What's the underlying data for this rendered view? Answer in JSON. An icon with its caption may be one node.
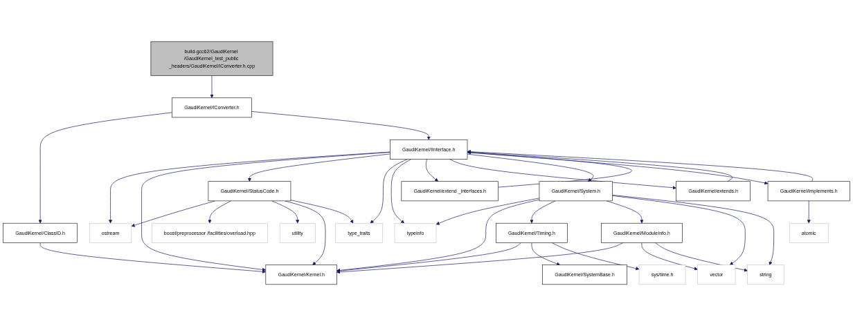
{
  "diagram": {
    "nodes": [
      {
        "text": [
          "build-gcc62/GaudiKernel /GaudiKernel_test_public _headers/GaudiKernel/IConverter.h.cpp"
        ]
      },
      {
        "text": [
          "GaudiKernel/IConverter.h"
        ]
      },
      {
        "text": [
          "GaudiKernel/ClassID.h"
        ]
      },
      {
        "text": [
          "GaudiKernel/IInterface.h"
        ]
      },
      {
        "text": [
          "GaudiKernel/StatusCode.h"
        ]
      },
      {
        "text": [
          "GaudiKernel/extend _interfaces.h"
        ]
      },
      {
        "text": [
          "GaudiKernel/extends.h"
        ]
      },
      {
        "text": [
          "GaudiKernel/System.h"
        ]
      },
      {
        "text": [
          "GaudiKernel/implements.h"
        ]
      },
      {
        "text": [
          "ostream"
        ]
      },
      {
        "text": [
          "boost/preprocessor /facilities/overload.hpp"
        ]
      },
      {
        "text": [
          "utility"
        ]
      },
      {
        "text": [
          "type_traits"
        ]
      },
      {
        "text": [
          "typeinfo"
        ]
      },
      {
        "text": [
          "GaudiKernel/Timing.h"
        ]
      },
      {
        "text": [
          "GaudiKernel/ModuleInfo.h"
        ]
      },
      {
        "text": [
          "atomic"
        ]
      },
      {
        "text": [
          "GaudiKernel/Kernel.h"
        ]
      },
      {
        "text": [
          "GaudiKernel/SystemBase.h"
        ]
      },
      {
        "text": [
          "sys/time.h"
        ]
      },
      {
        "text": [
          "vector"
        ]
      },
      {
        "text": [
          "string"
        ]
      }
    ],
    "edges": [
      {
        "from": 0,
        "to": 1,
        "arrow": "to"
      },
      {
        "from": 1,
        "to": 2,
        "arrow": "to"
      },
      {
        "from": 1,
        "to": 3,
        "arrow": "to"
      },
      {
        "from": 2,
        "to": 17,
        "arrow": "to"
      },
      {
        "from": 3,
        "to": 9,
        "arrow": "to"
      },
      {
        "from": 3,
        "to": 17,
        "arrow": "to"
      },
      {
        "from": 3,
        "to": 4,
        "arrow": "to"
      },
      {
        "from": 3,
        "to": 12,
        "arrow": "to"
      },
      {
        "from": 3,
        "to": 13,
        "arrow": "to"
      },
      {
        "from": 3,
        "to": 5,
        "arrow": "to"
      },
      {
        "from": 3,
        "to": 6,
        "arrow": "to"
      },
      {
        "from": 3,
        "to": 7,
        "arrow": "to"
      },
      {
        "from": 3,
        "to": 8,
        "arrow": "to"
      },
      {
        "from": 5,
        "to": 3,
        "arrow": "to"
      },
      {
        "from": 6,
        "to": 3,
        "arrow": "to"
      },
      {
        "from": 8,
        "to": 3,
        "arrow": "to"
      },
      {
        "from": 4,
        "to": 9,
        "arrow": "to"
      },
      {
        "from": 4,
        "to": 10,
        "arrow": "to"
      },
      {
        "from": 4,
        "to": 11,
        "arrow": "to"
      },
      {
        "from": 4,
        "to": 17,
        "arrow": "to"
      },
      {
        "from": 4,
        "to": 12,
        "arrow": "to"
      },
      {
        "from": 7,
        "to": 13,
        "arrow": "to"
      },
      {
        "from": 7,
        "to": 17,
        "arrow": "to"
      },
      {
        "from": 7,
        "to": 14,
        "arrow": "to"
      },
      {
        "from": 7,
        "to": 15,
        "arrow": "to"
      },
      {
        "from": 7,
        "to": 20,
        "arrow": "to"
      },
      {
        "from": 7,
        "to": 21,
        "arrow": "to"
      },
      {
        "from": 8,
        "to": 16,
        "arrow": "to"
      },
      {
        "from": 14,
        "to": 17,
        "arrow": "to"
      },
      {
        "from": 14,
        "to": 18,
        "arrow": "to"
      },
      {
        "from": 14,
        "to": 19,
        "arrow": "to"
      },
      {
        "from": 15,
        "to": 17,
        "arrow": "to"
      },
      {
        "from": 15,
        "to": 20,
        "arrow": "to"
      },
      {
        "from": 15,
        "to": 21,
        "arrow": "to"
      }
    ]
  }
}
